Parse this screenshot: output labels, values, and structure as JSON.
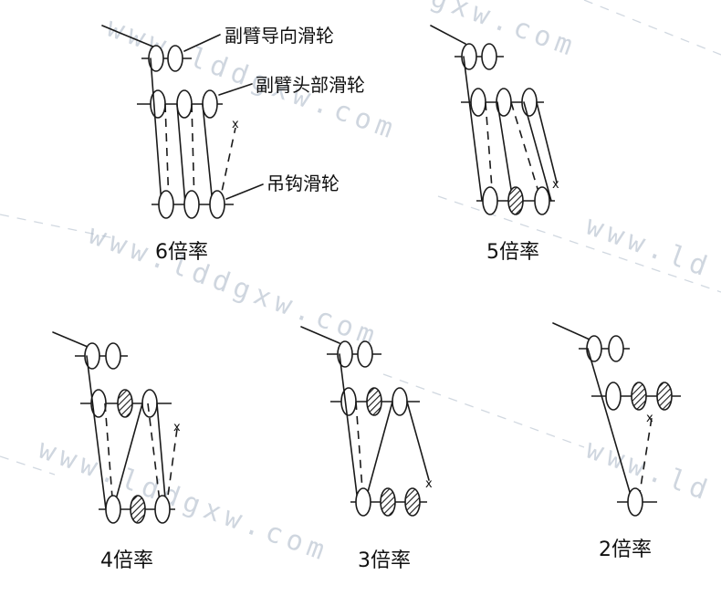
{
  "annotations": {
    "jib_guide_pulley": "副臂导向滑轮",
    "jib_head_pulley": "副臂头部滑轮",
    "hook_pulley": "吊钩滑轮"
  },
  "panels": [
    {
      "label": "6倍率"
    },
    {
      "label": "5倍率"
    },
    {
      "label": "4倍率"
    },
    {
      "label": "3倍率"
    },
    {
      "label": "2倍率"
    }
  ],
  "rope_end_mark": "x",
  "watermark": {
    "text_a": "www.lddgxw.com",
    "text_b": "gxw.com",
    "text_c": "www.ld",
    "color": "#a9b6c6"
  }
}
